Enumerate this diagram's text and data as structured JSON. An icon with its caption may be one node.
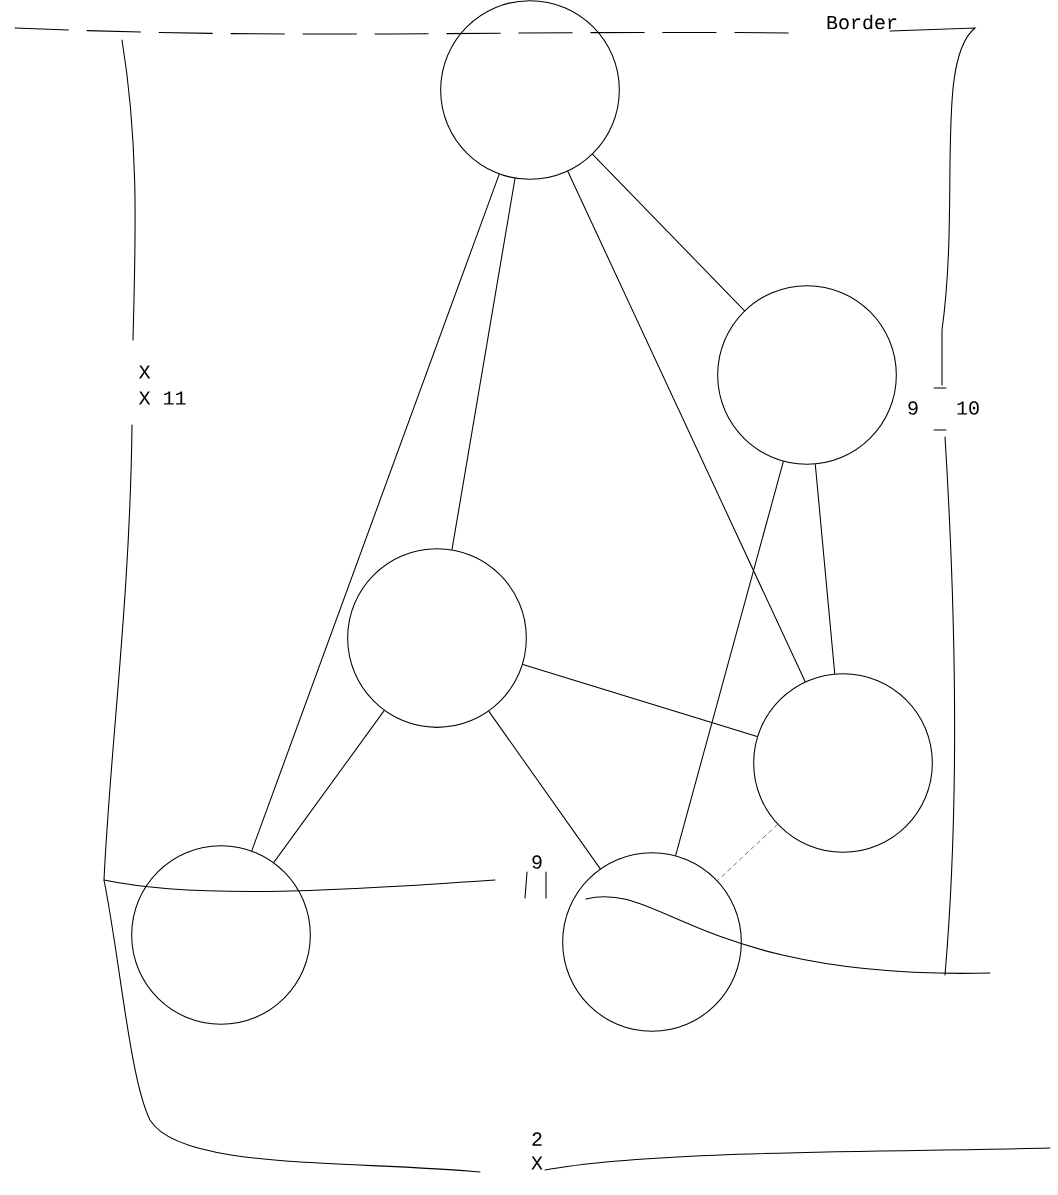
{
  "diagram": {
    "nodes": [
      {
        "text": [],
        "shape": "circle"
      },
      {
        "text": [],
        "shape": "circle"
      },
      {
        "text": [],
        "shape": "circle"
      },
      {
        "text": [],
        "shape": "circle"
      },
      {
        "text": [],
        "shape": "circle"
      },
      {
        "text": [],
        "shape": "circle"
      }
    ],
    "edges": [
      {
        "from": 0,
        "to": 4,
        "arrow": "none"
      },
      {
        "from": 0,
        "to": 2,
        "arrow": "none"
      },
      {
        "from": 0,
        "to": 3,
        "arrow": "none"
      },
      {
        "from": 0,
        "to": 1,
        "arrow": "none"
      },
      {
        "from": 1,
        "to": 5,
        "arrow": "none"
      },
      {
        "from": 1,
        "to": 3,
        "arrow": "none"
      },
      {
        "from": 2,
        "to": 3,
        "arrow": "none"
      },
      {
        "from": 2,
        "to": 4,
        "arrow": "none"
      },
      {
        "from": 2,
        "to": 5,
        "arrow": "none"
      },
      {
        "from": 3,
        "to": 5,
        "arrow": "none",
        "style": "dashed"
      }
    ],
    "labels": [
      "Border",
      "X",
      "X 11",
      "9",
      "10",
      "9",
      "2",
      "X"
    ]
  }
}
